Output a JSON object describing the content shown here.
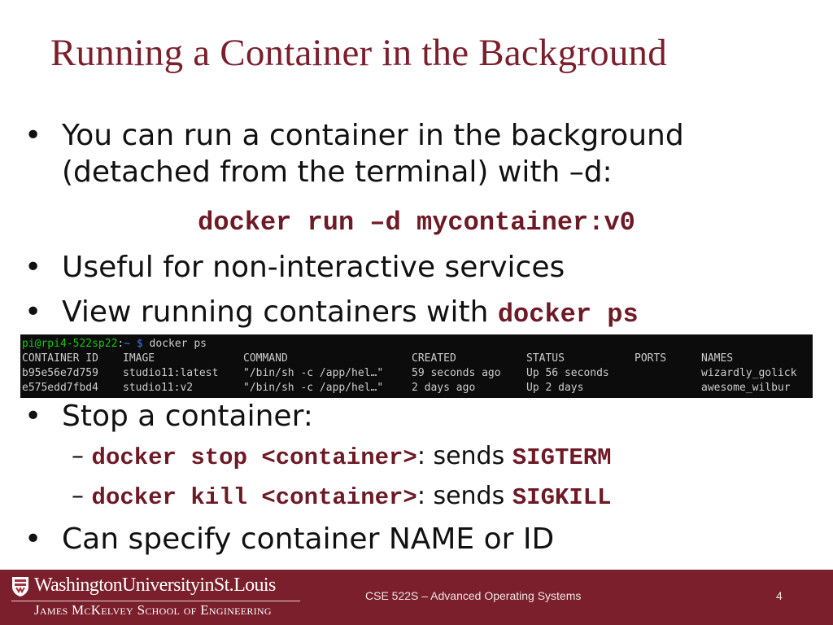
{
  "title": "Running a Container in the Background",
  "bullets": {
    "b1_line1": "You can run a container in the background",
    "b1_line2": "(detached from the terminal) with –d:",
    "b1_code": "docker run –d mycontainer:v0",
    "b2": "Useful for non-interactive services",
    "b3_text": "View running containers with ",
    "b3_code": "docker ps",
    "b4": "Stop a container:",
    "b4_sub1": {
      "dash": "–",
      "code": "docker stop <container>",
      "text": ": sends ",
      "signal": "SIGTERM"
    },
    "b4_sub2": {
      "dash": "–",
      "code": "docker kill <container>",
      "text": ": sends ",
      "signal": "SIGKILL"
    },
    "b5": "Can specify container NAME or ID",
    "bullet_char": "•"
  },
  "terminal": {
    "prompt_user": "pi@rpi4-522sp22",
    "prompt_sep": ":",
    "prompt_path": "~ $",
    "command": " docker ps",
    "headers": [
      "CONTAINER ID",
      "IMAGE",
      "COMMAND",
      "CREATED",
      "STATUS",
      "PORTS",
      "NAMES"
    ],
    "rows": [
      [
        "b95e56e7d759",
        "studio11:latest",
        "\"/bin/sh -c /app/hel…\"",
        "59 seconds ago",
        "Up 56 seconds",
        "",
        "wizardly_golick"
      ],
      [
        "e575edd7fbd4",
        "studio11:v2",
        "\"/bin/sh -c /app/hel…\"",
        "2 days ago",
        "Up 2 days",
        "",
        "awesome_wilbur"
      ]
    ]
  },
  "footer": {
    "logo_line1": "WashingtonUniversityinSt.Louis",
    "logo_line2": "James McKelvey School of Engineering",
    "course": "CSE 522S – Advanced Operating Systems",
    "page": "4"
  },
  "colors": {
    "accent": "#7a1f2b",
    "code": "#6e1a26",
    "terminal_bg": "#0c0c0c"
  }
}
